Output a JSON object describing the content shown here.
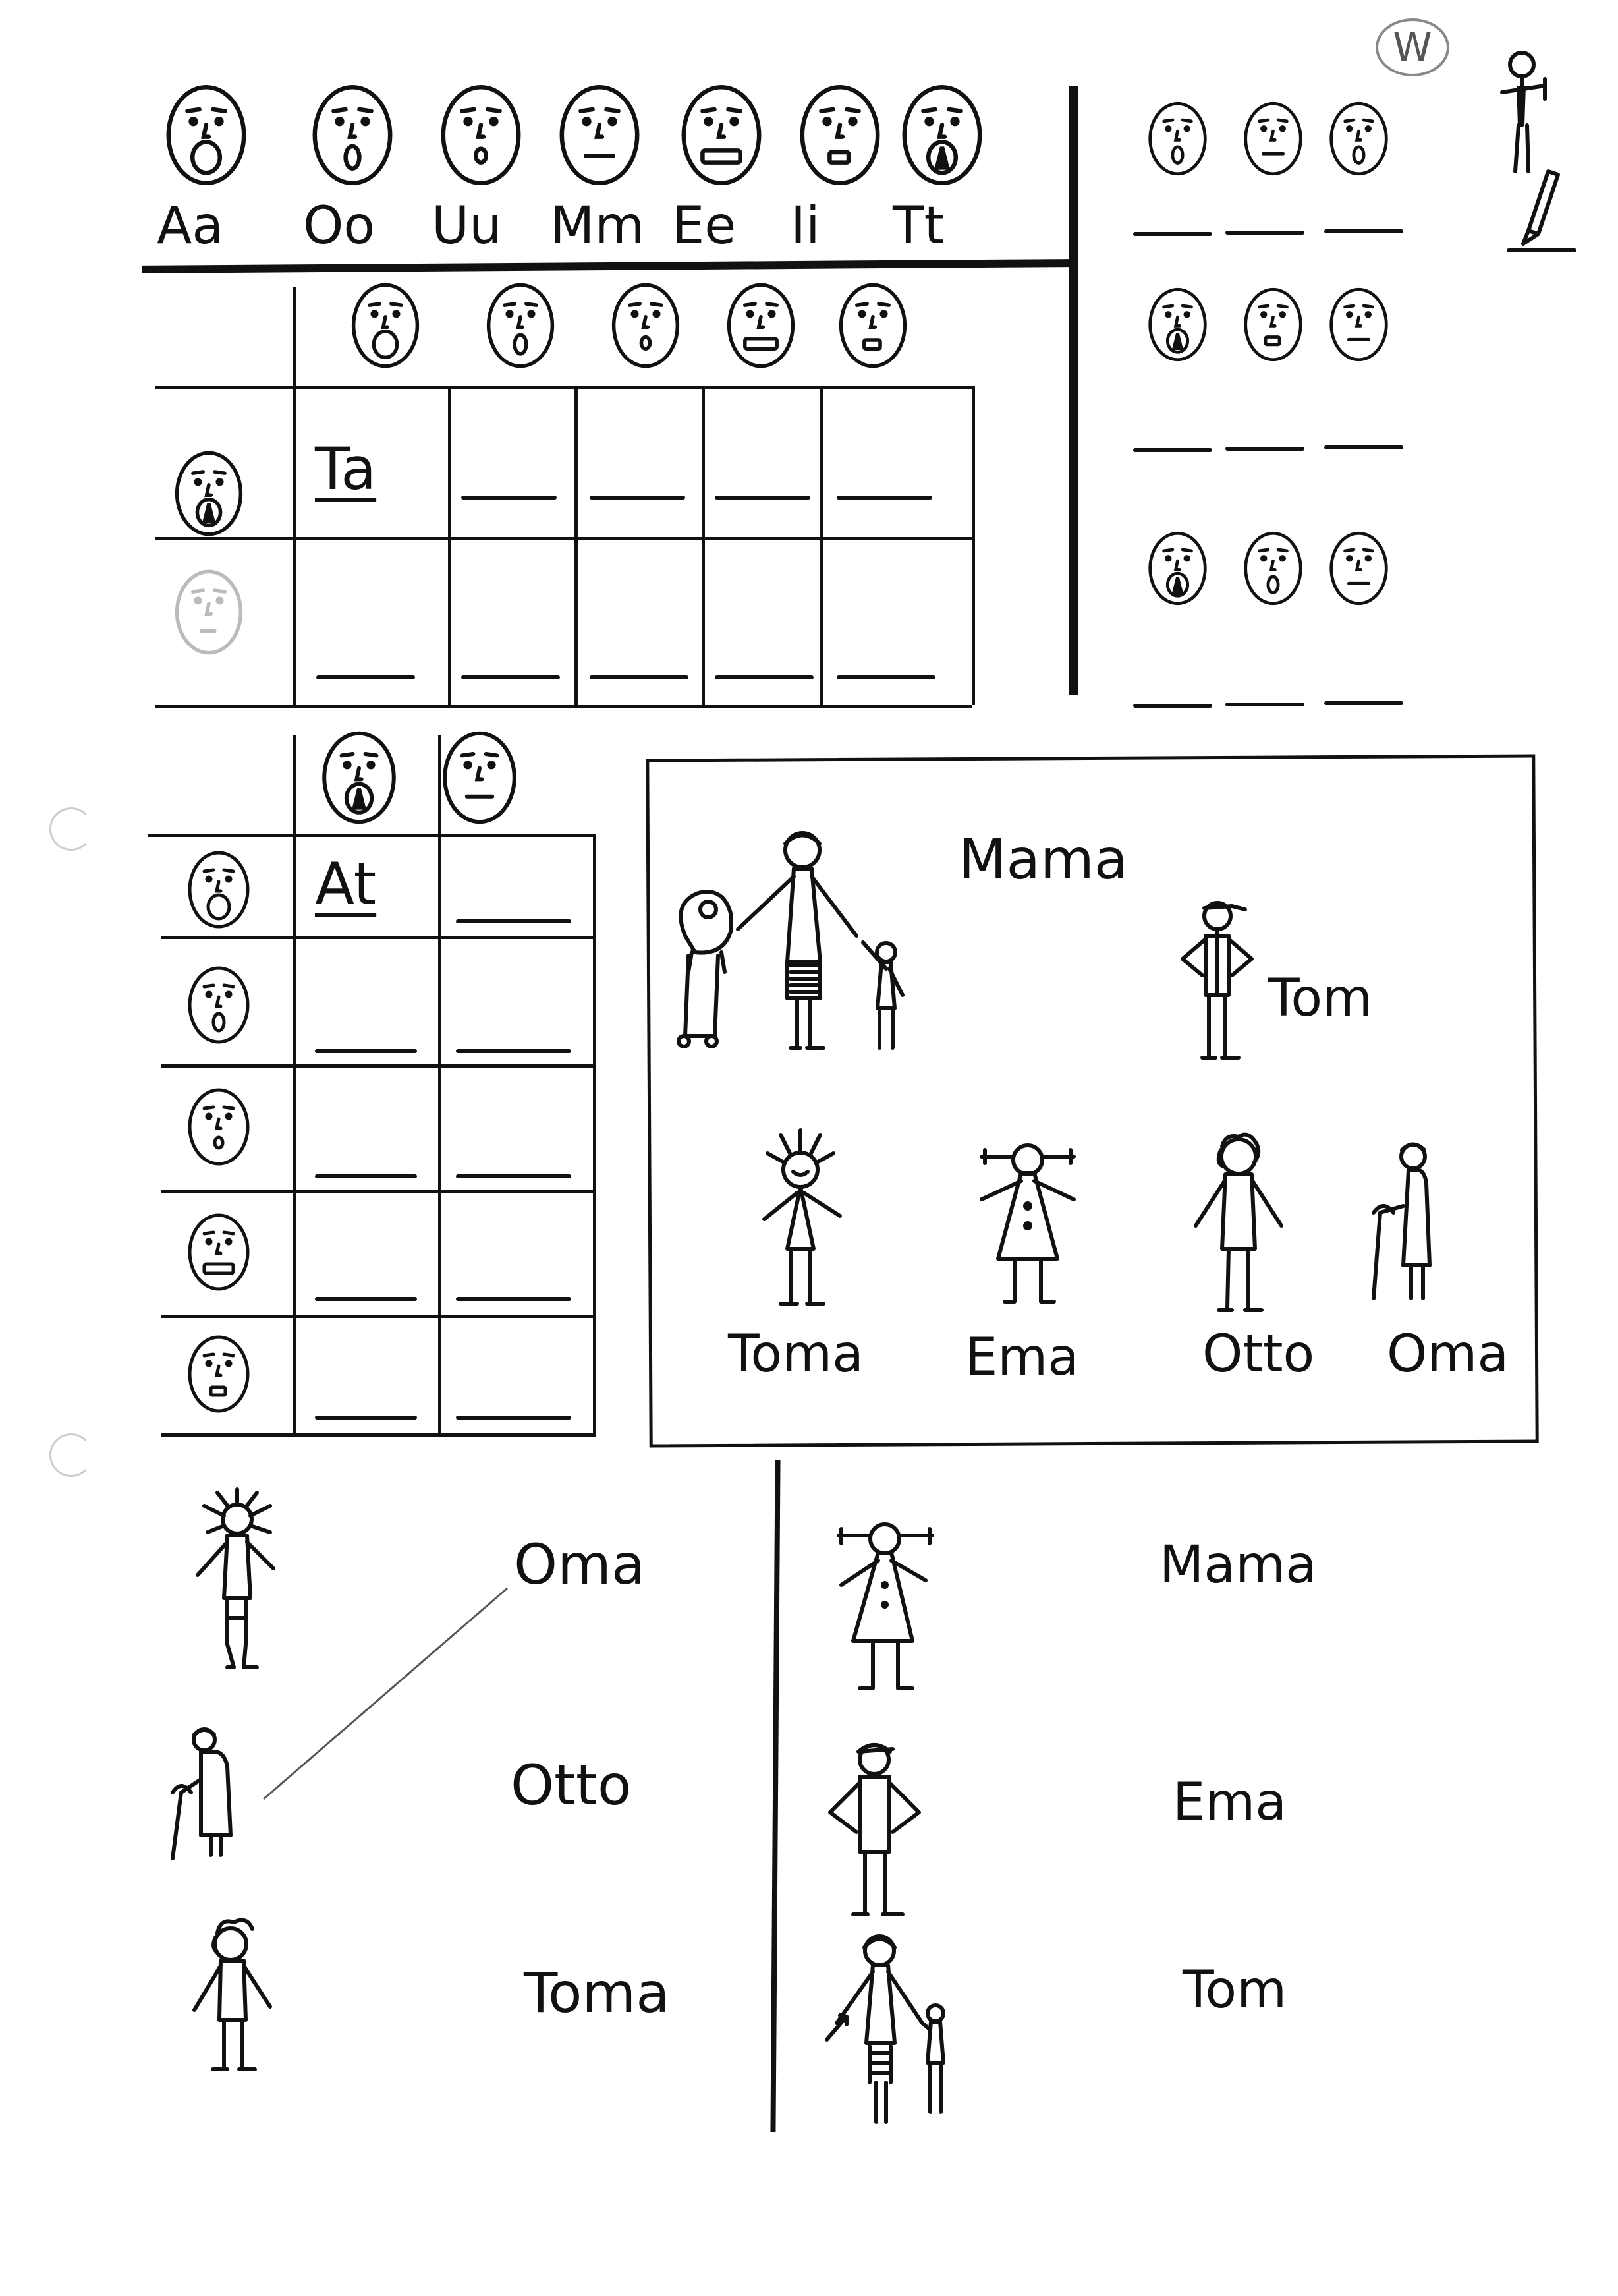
{
  "header": {
    "corner_mark": "W"
  },
  "alphabet": [
    {
      "label": "Aa",
      "mouth": "open-o"
    },
    {
      "label": "Oo",
      "mouth": "small-o"
    },
    {
      "label": "Uu",
      "mouth": "tiny-o"
    },
    {
      "label": "Mm",
      "mouth": "closed-line"
    },
    {
      "label": "Ee",
      "mouth": "wide-rect"
    },
    {
      "label": "Ii",
      "mouth": "small-rect"
    },
    {
      "label": "Tt",
      "mouth": "tongue"
    }
  ],
  "grid1": {
    "example": "Ta",
    "column_mouths": [
      "open-o",
      "small-o",
      "tiny-o",
      "wide-rect",
      "small-rect"
    ],
    "row_mouths": [
      "tongue",
      "faint"
    ]
  },
  "grid2": {
    "example": "At",
    "column_mouths": [
      "tongue",
      "closed-line"
    ],
    "row_mouths": [
      "open-o",
      "small-o",
      "tiny-o",
      "wide-rect",
      "small-rect"
    ]
  },
  "right_panel": {
    "rows": [
      [
        "small-o",
        "closed-line",
        "small-o"
      ],
      [
        "tongue",
        "small-rect",
        "closed-line"
      ],
      [
        "tongue",
        "small-o",
        "closed-line"
      ]
    ]
  },
  "family_box": {
    "names": {
      "mama": "Mama",
      "tom": "Tom",
      "toma": "Toma",
      "ema": "Ema",
      "otto": "Otto",
      "oma": "Oma"
    }
  },
  "matching_left": {
    "names": [
      "Oma",
      "Otto",
      "Toma"
    ]
  },
  "matching_right": {
    "names": [
      "Mama",
      "Ema",
      "Tom"
    ]
  }
}
